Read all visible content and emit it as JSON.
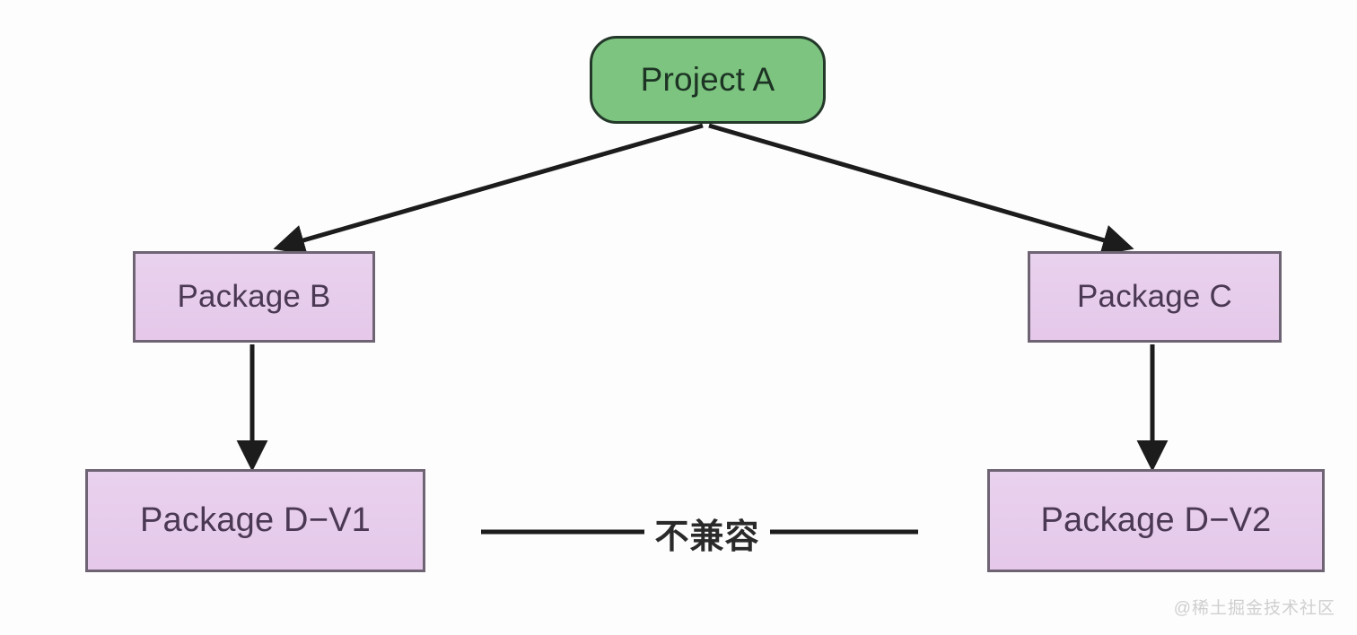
{
  "diagram": {
    "type": "dependency-conflict-graph",
    "background_color": "#fdfdfd",
    "nodes": [
      {
        "id": "project-a",
        "label": "Project A",
        "shape": "rounded-rectangle",
        "fill": "#7cc47f",
        "stroke": "#24382a",
        "text_color": "#1d3324"
      },
      {
        "id": "package-b",
        "label": "Package B",
        "shape": "rectangle",
        "fill": "#e7cdec",
        "stroke": "#6f6474",
        "text_color": "#4a3854"
      },
      {
        "id": "package-c",
        "label": "Package C",
        "shape": "rectangle",
        "fill": "#e7cdec",
        "stroke": "#6f6474",
        "text_color": "#4a3854"
      },
      {
        "id": "package-d-v1",
        "label": "Package D−V1",
        "shape": "rectangle",
        "fill": "#e7cdec",
        "stroke": "#6f6474",
        "text_color": "#4a3854"
      },
      {
        "id": "package-d-v2",
        "label": "Package D−V2",
        "shape": "rectangle",
        "fill": "#e7cdec",
        "stroke": "#6f6474",
        "text_color": "#4a3854"
      }
    ],
    "edges": [
      {
        "id": "edge-a-b",
        "from": "project-a",
        "to": "package-b",
        "style": "solid-arrow",
        "label": ""
      },
      {
        "id": "edge-a-c",
        "from": "project-a",
        "to": "package-c",
        "style": "solid-arrow",
        "label": ""
      },
      {
        "id": "edge-b-d1",
        "from": "package-b",
        "to": "package-d-v1",
        "style": "solid-arrow",
        "label": ""
      },
      {
        "id": "edge-c-d2",
        "from": "package-c",
        "to": "package-d-v2",
        "style": "solid-arrow",
        "label": ""
      },
      {
        "id": "edge-d1-d2",
        "from": "package-d-v1",
        "to": "package-d-v2",
        "style": "plain-line",
        "label": "不兼容"
      }
    ],
    "edge_color": "#1c1c1c",
    "conflict_label": "不兼容"
  },
  "watermark": {
    "text": "@稀土掘金技术社区",
    "color": "#cfcfcf"
  }
}
